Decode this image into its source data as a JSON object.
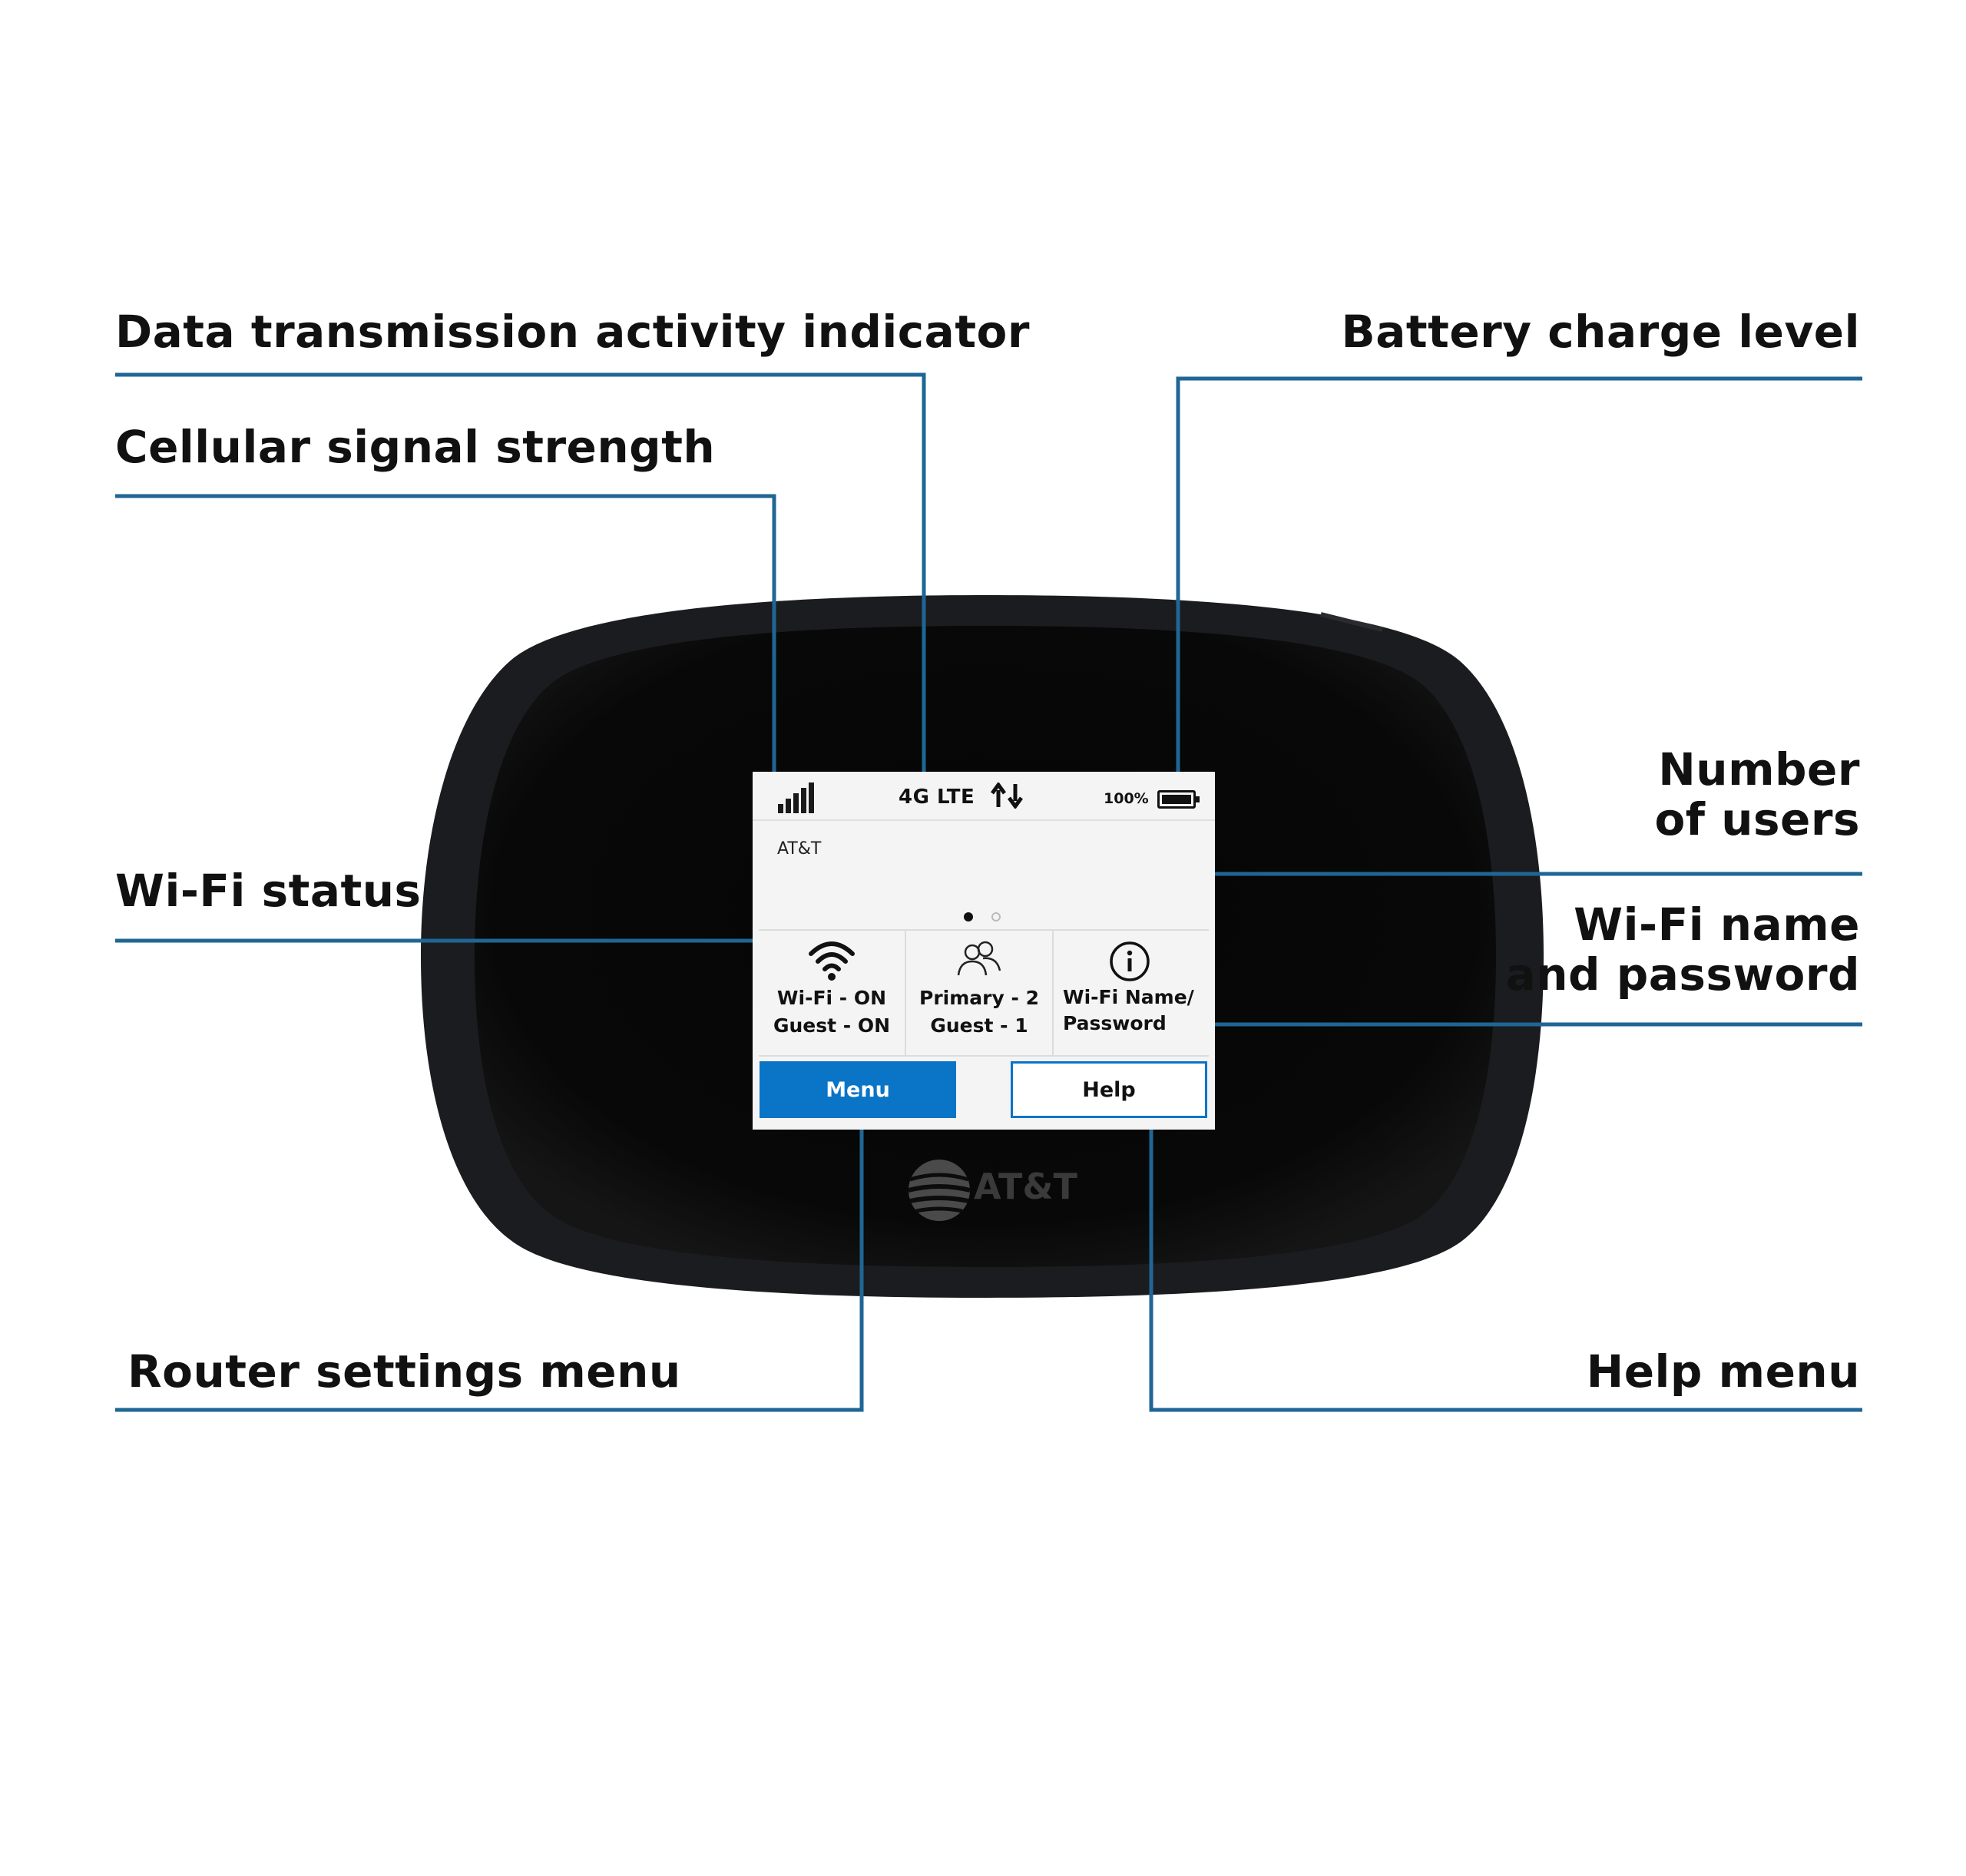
{
  "callouts": {
    "data_activity": "Data transmission activity indicator",
    "signal_strength": "Cellular signal strength",
    "wifi_status": "Wi-Fi status",
    "router_menu": "Router settings menu",
    "battery": "Battery charge level",
    "num_users_line1": "Number",
    "num_users_line2": "of users",
    "wifi_name_line1": "Wi-Fi name",
    "wifi_name_line2": "and password",
    "help_menu": "Help menu"
  },
  "screen": {
    "network_type": "4G LTE",
    "battery_percent": "100%",
    "battery_level": 1.0,
    "signal_bars": 5,
    "carrier": "AT&T",
    "page_indicator": {
      "current": 1,
      "total": 2
    },
    "tiles": [
      {
        "icon": "wifi-icon",
        "line1": "Wi-Fi - ON",
        "line2": "Guest - ON"
      },
      {
        "icon": "users-icon",
        "line1": "Primary - 2",
        "line2": "Guest - 1"
      },
      {
        "icon": "info-icon",
        "line1": "Wi-Fi Name/",
        "line2": "Password"
      }
    ],
    "buttons": {
      "menu": "Menu",
      "help": "Help"
    }
  },
  "device_brand": "AT&T",
  "colors": {
    "leader_line": "#1f6694",
    "menu_button": "#0a74c6",
    "device_body": "#16171a"
  }
}
